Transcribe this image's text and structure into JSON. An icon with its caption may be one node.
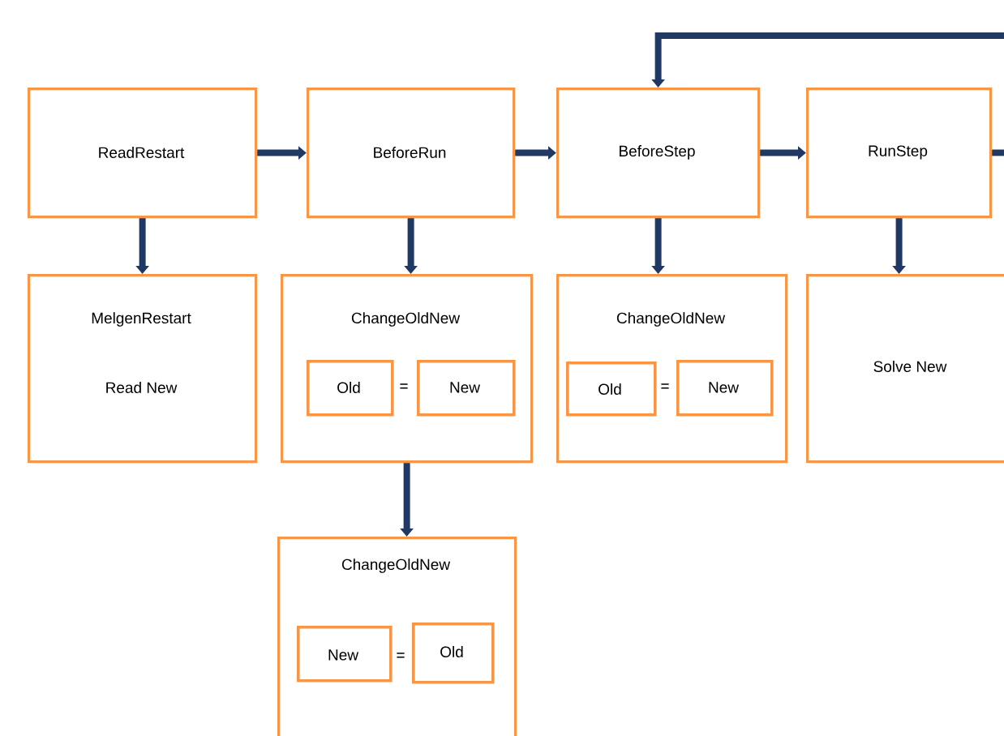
{
  "diagram": {
    "nodes": [
      {
        "text": [
          "ReadRestart"
        ]
      },
      {
        "text": [
          "BeforeRun"
        ]
      },
      {
        "text": [
          "BeforeStep"
        ]
      },
      {
        "text": [
          "RunStep"
        ]
      },
      {
        "text": [
          "MelgenRestart",
          "Read New"
        ]
      },
      {
        "text": [
          "ChangeOldNew"
        ]
      },
      {
        "text": [
          "Old"
        ],
        "in": 5
      },
      {
        "text": [
          "New"
        ],
        "in": 5
      },
      {
        "text": [
          "ChangeOldNew"
        ]
      },
      {
        "text": [
          "Old"
        ],
        "in": 8
      },
      {
        "text": [
          "New"
        ],
        "in": 8
      },
      {
        "text": [
          "Solve New"
        ]
      },
      {
        "text": [
          "ChangeOldNew"
        ]
      },
      {
        "text": [
          "New"
        ],
        "in": 12
      },
      {
        "text": [
          "Old"
        ],
        "in": 12
      }
    ],
    "edges": [
      {
        "from": 0,
        "to": 1,
        "arrow": "to"
      },
      {
        "from": 1,
        "to": 2,
        "arrow": "to"
      },
      {
        "from": 2,
        "to": 3,
        "arrow": "to"
      },
      {
        "from": 3,
        "to": null,
        "arrow": "none"
      },
      {
        "from": null,
        "to": 2,
        "arrow": "to"
      },
      {
        "from": 0,
        "to": 4,
        "arrow": "to"
      },
      {
        "from": 1,
        "to": 5,
        "arrow": "to"
      },
      {
        "from": 2,
        "to": 8,
        "arrow": "to"
      },
      {
        "from": 3,
        "to": 11,
        "arrow": "to"
      },
      {
        "from": 5,
        "to": 12,
        "arrow": "to"
      }
    ],
    "labels": [
      "=",
      "=",
      "="
    ]
  }
}
